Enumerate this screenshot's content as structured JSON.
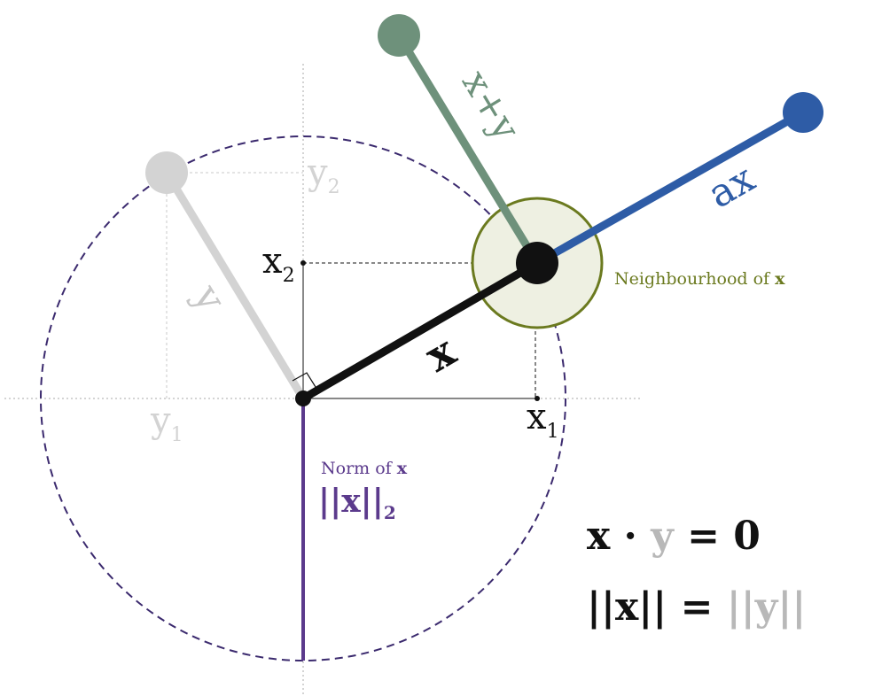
{
  "labels": {
    "vec_x": "x",
    "vec_y": "y",
    "vec_sum": "x+y",
    "vec_ax": "ax",
    "x_comp_1": "x",
    "x_comp_1_sub": "1",
    "x_comp_2": "x",
    "x_comp_2_sub": "2",
    "y_comp_1": "y",
    "y_comp_1_sub": "1",
    "y_comp_2": "y",
    "y_comp_2_sub": "2",
    "neighbourhood_text": "Neighbourhood of ",
    "neighbourhood_bold": "x",
    "norm_text": "Norm of ",
    "norm_bold": "x",
    "norm_formula": "||x||",
    "norm_formula_sub": "2"
  },
  "equations": {
    "dot_lhs_x": "x",
    "dot_op": " · ",
    "dot_lhs_y": "y",
    "dot_rhs": " = 0",
    "norm_lhs": "||x||",
    "norm_eq": " = ",
    "norm_rhs": "||y||"
  },
  "colors": {
    "x_vector": "#111111",
    "y_vector": "#d3d3d3",
    "sum_vector": "#6e917b",
    "ax_vector": "#2e5ca6",
    "neighbourhood_stroke": "#6b7a1f",
    "neighbourhood_fill": "#eef0e2",
    "norm": "#5b3a8c",
    "unit_circle": "#3b2a6e",
    "axes": "#aaaaaa",
    "equation_dark": "#111111",
    "equation_light": "#b8b8b8"
  }
}
